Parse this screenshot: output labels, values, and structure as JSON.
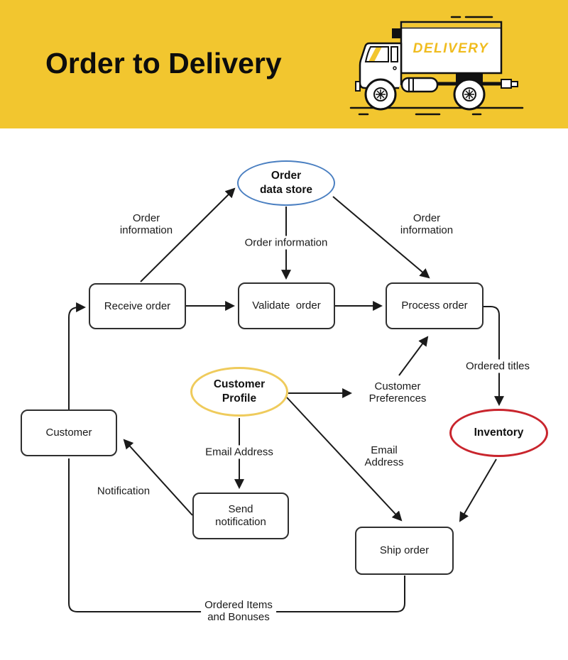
{
  "header": {
    "title": "Order to Delivery",
    "truck_text": "DELIVERY",
    "banner_color": "#F2C62F",
    "truck_text_color": "#F0BC1F"
  },
  "diagram": {
    "nodes": {
      "order_data_store": {
        "line1": "Order",
        "line2": "data store",
        "border_color": "#4A7FC1"
      },
      "receive_order": {
        "label": "Receive order"
      },
      "validate_order": {
        "label": "Validate  order"
      },
      "process_order": {
        "label": "Process order"
      },
      "customer_profile": {
        "line1": "Customer",
        "line2": "Profile",
        "border_color": "#EFCB5C"
      },
      "inventory": {
        "label": "Inventory",
        "border_color": "#C9252D"
      },
      "customer": {
        "label": "Customer"
      },
      "send_notification": {
        "line1": "Send",
        "line2": "notification"
      },
      "ship_order": {
        "label": "Ship order"
      }
    },
    "edge_labels": {
      "order_info_left": {
        "line1": "Order",
        "line2": "information"
      },
      "order_info_mid": {
        "label": "Order information"
      },
      "order_info_right": {
        "line1": "Order",
        "line2": "information"
      },
      "customer_preferences": {
        "line1": "Customer",
        "line2": "Preferences"
      },
      "ordered_titles": {
        "label": "Ordered titles"
      },
      "email_address_left": {
        "label": "Email Address"
      },
      "email_address_right": {
        "line1": "Email",
        "line2": "Address"
      },
      "notification": {
        "label": "Notification"
      },
      "ordered_items": {
        "line1": "Ordered Items",
        "line2": "and Bonuses"
      }
    },
    "line_color": "#1a1a1a"
  }
}
